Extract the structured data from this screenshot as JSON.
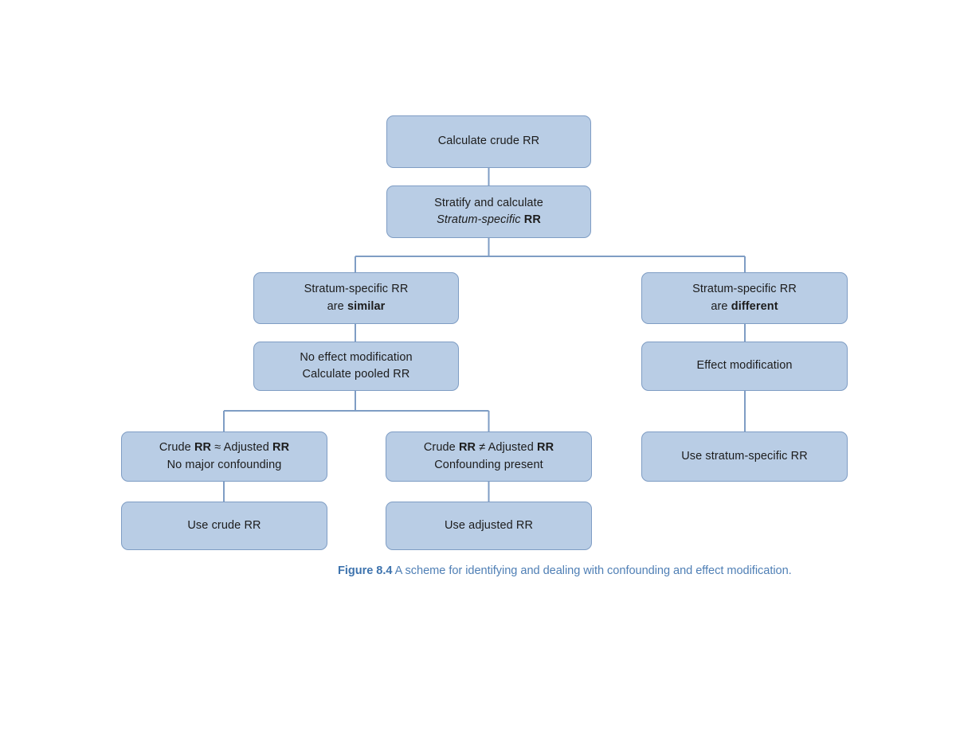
{
  "figure": {
    "caption_prefix": "Figure 8.4",
    "caption_text": " A scheme for identifying and dealing with confounding and effect modification.",
    "caption_color": "#4f7fb5"
  },
  "colors": {
    "node_fill": "#b9cde5",
    "node_border": "#7f9dc4",
    "connector": "#7f9dc4",
    "page_background": "#ffffff",
    "text": "#1c1c1c"
  },
  "chart_data": {
    "type": "diagram",
    "title": "A scheme for identifying and dealing with confounding and effect modification",
    "nodes": [
      {
        "id": "calc-crude",
        "text": "Calculate crude RR"
      },
      {
        "id": "stratify",
        "text": "Stratify and calculate\nStratum-specific RR"
      },
      {
        "id": "ss-similar",
        "text": "Stratum-specific RR\nare similar"
      },
      {
        "id": "ss-different",
        "text": "Stratum-specific RR\nare different"
      },
      {
        "id": "no-effect-mod",
        "text": "No effect modification\nCalculate pooled RR"
      },
      {
        "id": "effect-mod",
        "text": "Effect modification"
      },
      {
        "id": "crude-approx",
        "text": "Crude RR ≈ Adjusted RR\nNo major confounding"
      },
      {
        "id": "crude-noteq",
        "text": "Crude RR ≠ Adjusted RR\nConfounding present"
      },
      {
        "id": "use-ss",
        "text": "Use stratum-specific RR"
      },
      {
        "id": "use-crude",
        "text": "Use crude RR"
      },
      {
        "id": "use-adjusted",
        "text": "Use adjusted RR"
      }
    ],
    "edges": [
      {
        "from": "calc-crude",
        "to": "stratify"
      },
      {
        "from": "stratify",
        "to": "ss-similar"
      },
      {
        "from": "stratify",
        "to": "ss-different"
      },
      {
        "from": "ss-similar",
        "to": "no-effect-mod"
      },
      {
        "from": "ss-different",
        "to": "effect-mod"
      },
      {
        "from": "no-effect-mod",
        "to": "crude-approx"
      },
      {
        "from": "no-effect-mod",
        "to": "crude-noteq"
      },
      {
        "from": "effect-mod",
        "to": "use-ss"
      },
      {
        "from": "crude-approx",
        "to": "use-crude"
      },
      {
        "from": "crude-noteq",
        "to": "use-adjusted"
      }
    ]
  },
  "nodes": {
    "calc_crude": {
      "line1": "Calculate crude RR"
    },
    "stratify": {
      "line1": "Stratify and calculate",
      "line2_italic": "Stratum-specific",
      "line2_bold": "RR"
    },
    "ss_similar": {
      "line1": "Stratum-specific RR",
      "line2_prefix": "are ",
      "line2_bold": "similar"
    },
    "ss_different": {
      "line1": "Stratum-specific RR",
      "line2_prefix": "are ",
      "line2_bold": "different"
    },
    "no_effect_mod": {
      "line1": "No effect modification",
      "line2": "Calculate pooled RR"
    },
    "effect_mod": {
      "line1": "Effect modification"
    },
    "crude_approx": {
      "line1_prefix": "Crude ",
      "line1_bold1": "RR",
      "line1_mid": " ≈ Adjusted ",
      "line1_bold2": "RR",
      "line2": "No major confounding"
    },
    "crude_noteq": {
      "line1_prefix": "Crude ",
      "line1_bold1": "RR",
      "line1_mid": " ≠ Adjusted ",
      "line1_bold2": "RR",
      "line2": "Confounding present"
    },
    "use_ss": {
      "line1": "Use stratum-specific RR"
    },
    "use_crude": {
      "line1": "Use crude RR"
    },
    "use_adjusted": {
      "line1": "Use adjusted RR"
    }
  }
}
